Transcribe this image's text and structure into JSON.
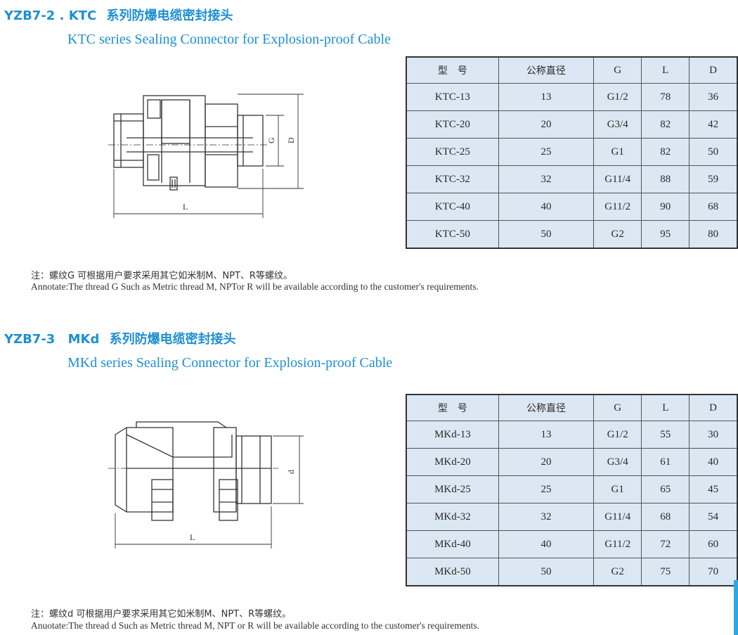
{
  "sections": [
    {
      "title_code": "YZB7-2",
      "title_sep": ".",
      "title_model": "KTC",
      "title_cn": "系列防爆电缆密封接头",
      "subtitle": "KTC series Sealing Connector for Explosion-proof Cable",
      "drawing_labels": {
        "g": "G",
        "d": "D",
        "l": "L"
      },
      "table": {
        "headers": [
          "型　号",
          "公称直径",
          "G",
          "L",
          "D"
        ],
        "rows": [
          [
            "KTC-13",
            "13",
            "G1/2",
            "78",
            "36"
          ],
          [
            "KTC-20",
            "20",
            "G3/4",
            "82",
            "42"
          ],
          [
            "KTC-25",
            "25",
            "G1",
            "82",
            "50"
          ],
          [
            "KTC-32",
            "32",
            "G11/4",
            "88",
            "59"
          ],
          [
            "KTC-40",
            "40",
            "G11/2",
            "90",
            "68"
          ],
          [
            "KTC-50",
            "50",
            "G2",
            "95",
            "80"
          ]
        ]
      },
      "note_cn": "注：螺纹G 可根据用户要求采用其它如米制M、NPT、R等螺纹。",
      "note_en": "Annotate:The thread G Such as Metric thread M, NPTor R will be available according to the customer's requirements."
    },
    {
      "title_code": "YZB7-3",
      "title_sep": "",
      "title_model": "MKd",
      "title_cn": "系列防爆电缆密封接头",
      "subtitle": "MKd series Sealing Connector for Explosion-proof Cable",
      "drawing_labels": {
        "d": "d",
        "l": "L"
      },
      "table": {
        "headers": [
          "型　号",
          "公称直径",
          "G",
          "L",
          "D"
        ],
        "rows": [
          [
            "MKd-13",
            "13",
            "G1/2",
            "55",
            "30"
          ],
          [
            "MKd-20",
            "20",
            "G3/4",
            "61",
            "40"
          ],
          [
            "MKd-25",
            "25",
            "G1",
            "65",
            "45"
          ],
          [
            "MKd-32",
            "32",
            "G11/4",
            "68",
            "54"
          ],
          [
            "MKd-40",
            "40",
            "G11/2",
            "72",
            "60"
          ],
          [
            "MKd-50",
            "50",
            "G2",
            "75",
            "70"
          ]
        ]
      },
      "note_cn": "注：螺纹d 可根据用户要求采用其它如米制M、NPT、R等螺纹。",
      "note_en": "Anuotate:The thread d Such as Metric thread M, NPT or R will be available according to the customer's requirements."
    }
  ],
  "colors": {
    "heading": "#1f8fd0",
    "table_bg": "#dbe7f3",
    "edge_bar": "#2aa8e0"
  }
}
